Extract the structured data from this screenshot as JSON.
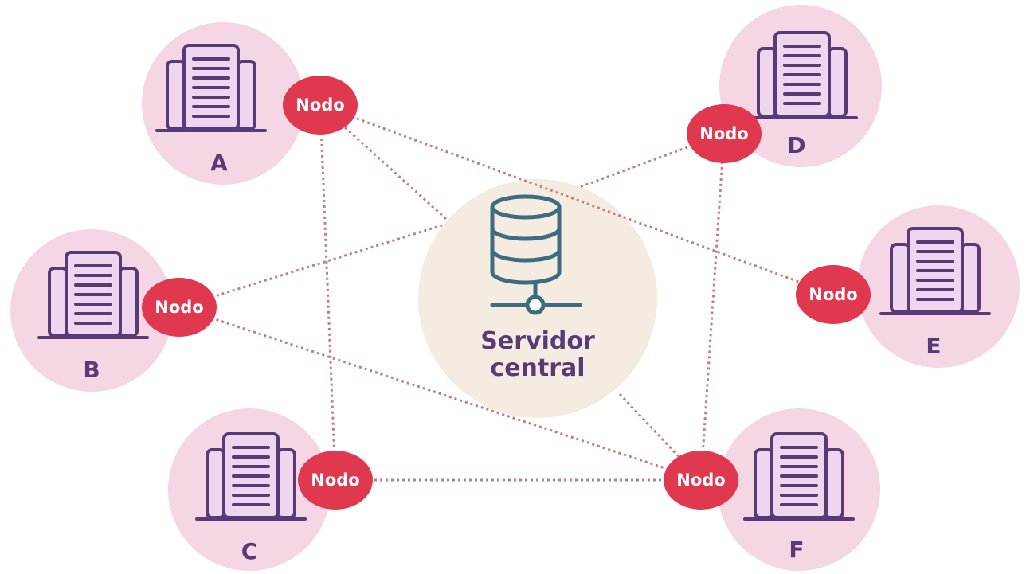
{
  "server": {
    "label_line1": "Servidor",
    "label_line2": "central",
    "icon": "database-icon"
  },
  "sites": [
    {
      "letter": "A",
      "node_label": "Nodo"
    },
    {
      "letter": "B",
      "node_label": "Nodo"
    },
    {
      "letter": "C",
      "node_label": "Nodo"
    },
    {
      "letter": "D",
      "node_label": "Nodo"
    },
    {
      "letter": "E",
      "node_label": "Nodo"
    },
    {
      "letter": "F",
      "node_label": "Nodo"
    }
  ],
  "connections": [
    [
      "A",
      "server"
    ],
    [
      "A",
      "E"
    ],
    [
      "A",
      "C"
    ],
    [
      "B",
      "server"
    ],
    [
      "B",
      "F"
    ],
    [
      "D",
      "server"
    ],
    [
      "D",
      "F"
    ],
    [
      "C",
      "F"
    ],
    [
      "server",
      "F"
    ]
  ],
  "colors": {
    "site_circle": "#f5d6e4",
    "server_circle": "#f4ebe1",
    "node": "#e0384f",
    "building_stroke": "#5a3a76",
    "building_fill": "#efd5ee",
    "connection": "#c97a7a",
    "server_icon": "#3d6c80",
    "text": "#5a3a76"
  }
}
